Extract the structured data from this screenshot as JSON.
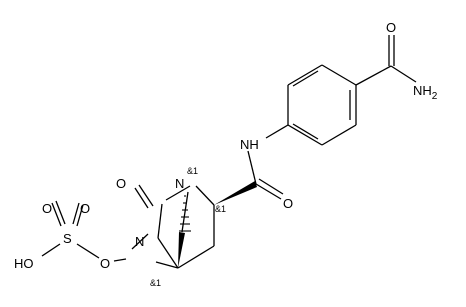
{
  "structure": {
    "atoms": {
      "amide_o": "O",
      "amide_nh2": "NH2",
      "nh": "NH",
      "carboxamide_o": "O",
      "lactam_o": "O",
      "bridge_n": "N",
      "ring_n": "N",
      "n_o": "O",
      "sulfur": "S",
      "s_o_top_left": "O",
      "s_o_top_right": "O",
      "sulfate_oh": "HO"
    },
    "stereo_labels": {
      "n1": "&1",
      "c2": "&1",
      "c5": "&1"
    }
  }
}
